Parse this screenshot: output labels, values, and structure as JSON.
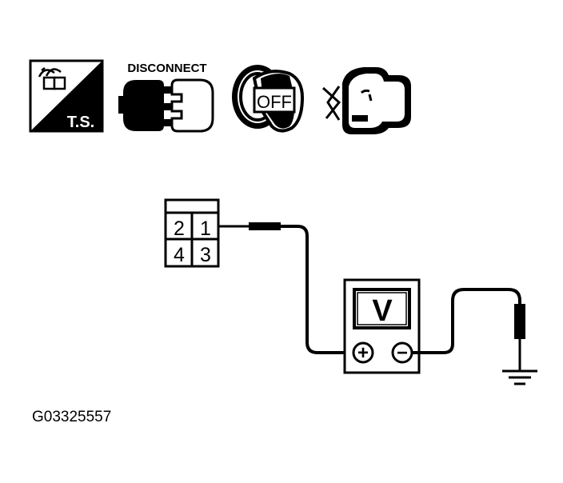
{
  "icons": {
    "troubleshooting": {
      "label": "T.S.",
      "icon": "connector-troubleshoot-icon"
    },
    "disconnect": {
      "label": "DISCONNECT",
      "icon": "connector-disconnect-icon"
    },
    "ignition": {
      "label": "OFF",
      "icon": "ignition-key-off-icon"
    },
    "engine": {
      "icon": "engine-icon"
    }
  },
  "connector": {
    "pins": [
      "2",
      "1",
      "4",
      "3"
    ]
  },
  "meter": {
    "symbol": "V",
    "positive_terminal": "+",
    "negative_terminal": "−"
  },
  "figure_code": "G03325557",
  "colors": {
    "ink": "#000000",
    "paper": "#ffffff"
  }
}
